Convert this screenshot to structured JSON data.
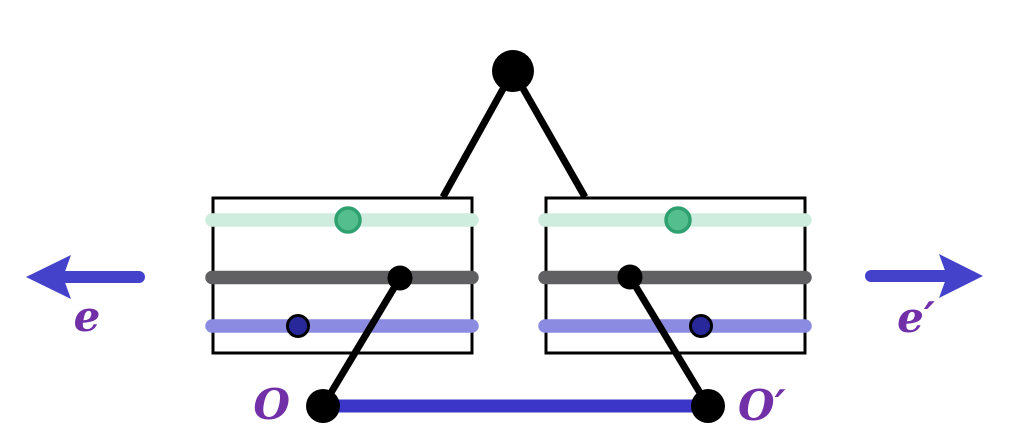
{
  "figure": {
    "description": "Covering-space style diagram: apex node joined to two boxed level sets, base points O and O' joined by a blue segment, with opposite horizontal arrows e and e'",
    "labels": {
      "arrow_left": "e",
      "arrow_right": "e′",
      "base_left": "O",
      "base_right": "O′"
    },
    "colors": {
      "background": "#ffffff",
      "outline_black": "#000000",
      "box_fill": "#ffffff",
      "label_purple": "#7230A8",
      "arrow_blue": "#4442CB",
      "baseline_blue": "#3B35C8",
      "mint_band": "#CFEDDE",
      "gray_band": "#606063",
      "lavender_band": "#8B8BE2",
      "green_dot_fill": "#55BE8F",
      "green_dot_stroke": "#2FA171",
      "navy_dot_fill": "#29289B",
      "black_dot_fill": "#000000"
    }
  }
}
